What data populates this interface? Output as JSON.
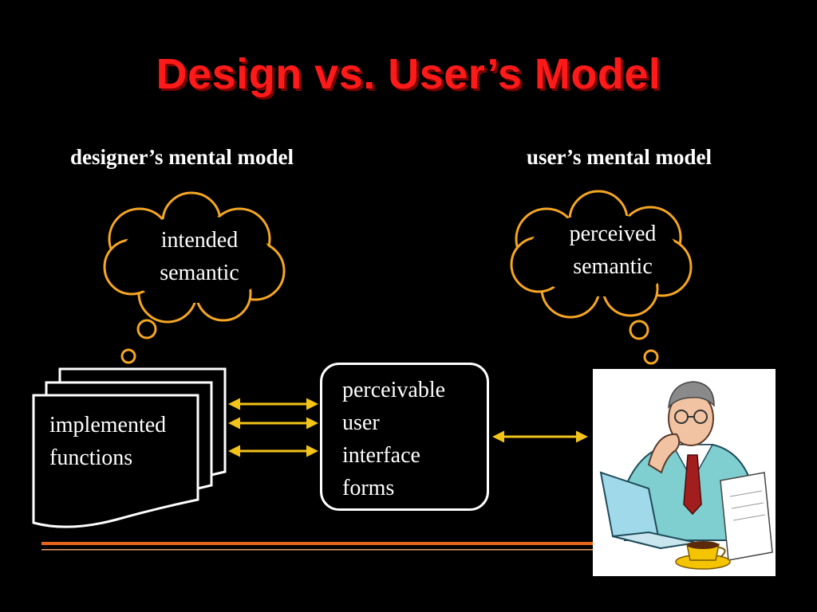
{
  "title": "Design vs. User’s Model",
  "designer": {
    "heading": "designer’s mental model",
    "thought": [
      "intended",
      "semantic"
    ]
  },
  "user": {
    "heading": "user’s mental model",
    "thought": [
      "perceived",
      "semantic"
    ]
  },
  "implemented": [
    "implemented",
    "functions"
  ],
  "interface_box": [
    "perceivable",
    "user",
    "interface",
    "forms"
  ],
  "colors": {
    "title": "#ff1a1a",
    "cloud_outline": "#f5a623",
    "arrows": "#f2c318",
    "rule_orange": "#e8641a",
    "text": "#ffffff",
    "background": "#000000"
  },
  "icons": {
    "thought_clouds": "cloud-outline",
    "documents": "stacked-pages",
    "user_picture": "man-at-computer-clipart"
  }
}
